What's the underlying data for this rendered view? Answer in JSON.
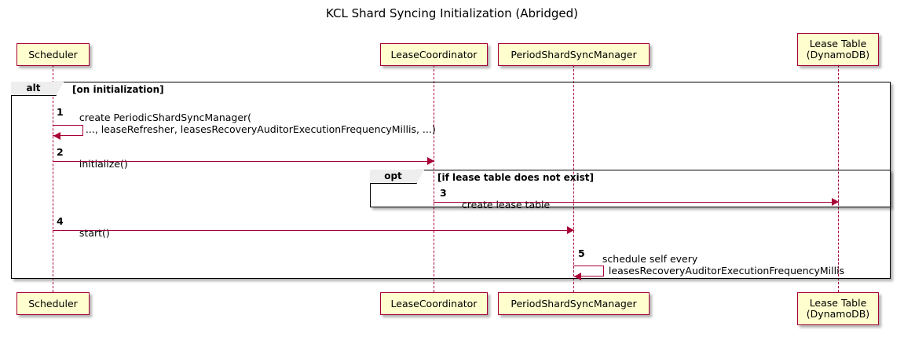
{
  "diagram": {
    "type": "uml-sequence-diagram",
    "title": "KCL Shard Syncing Initialization (Abridged)",
    "colors": {
      "participant_fill": "#FEFECE",
      "participant_border": "#A80036",
      "arrow": "#A80036",
      "fragment_border": "#000000",
      "fragment_tab_fill": "#EEEEEE",
      "background": "#FFFFFF"
    }
  },
  "participants": [
    {
      "id": "scheduler",
      "label": "Scheduler"
    },
    {
      "id": "lease_coordinator",
      "label": "LeaseCoordinator"
    },
    {
      "id": "period_shard_sync_manager",
      "label": "PeriodShardSyncManager"
    },
    {
      "id": "lease_table",
      "label": "Lease Table\n(DynamoDB)",
      "label_line1": "Lease Table",
      "label_line2": "(DynamoDB)"
    }
  ],
  "fragments": [
    {
      "id": "alt",
      "keyword": "alt",
      "guard": "[on initialization]"
    },
    {
      "id": "opt",
      "keyword": "opt",
      "guard": "[if lease table does not exist]"
    }
  ],
  "messages": [
    {
      "seq": "1",
      "from": "scheduler",
      "to": "scheduler",
      "kind": "self",
      "label_line1": "create PeriodicShardSyncManager(",
      "label_line2": "..., leaseRefresher, leasesRecoveryAuditorExecutionFrequencyMillis, ...)"
    },
    {
      "seq": "2",
      "from": "scheduler",
      "to": "lease_coordinator",
      "kind": "sync",
      "label_line1": "initialize()"
    },
    {
      "seq": "3",
      "from": "lease_coordinator",
      "to": "lease_table",
      "kind": "sync",
      "label_line1": "create lease table"
    },
    {
      "seq": "4",
      "from": "scheduler",
      "to": "period_shard_sync_manager",
      "kind": "sync",
      "label_line1": "start()"
    },
    {
      "seq": "5",
      "from": "period_shard_sync_manager",
      "to": "period_shard_sync_manager",
      "kind": "self",
      "label_line1": "schedule self every",
      "label_line2": "leasesRecoveryAuditorExecutionFrequencyMillis"
    }
  ]
}
